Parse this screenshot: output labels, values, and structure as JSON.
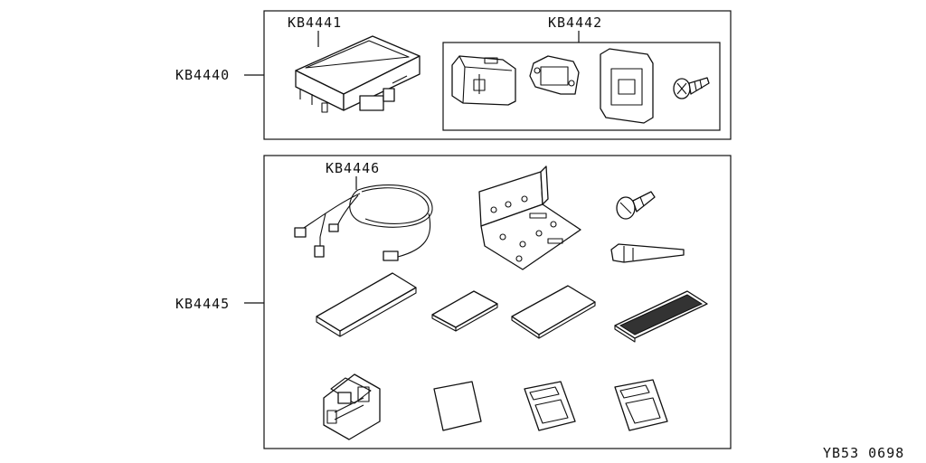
{
  "labels": {
    "kb4440": "KB4440",
    "kb4441": "KB4441",
    "kb4442": "KB4442",
    "kb4445": "KB4445",
    "kb4446": "KB4446"
  },
  "footer": {
    "code": "YB53 0698"
  }
}
